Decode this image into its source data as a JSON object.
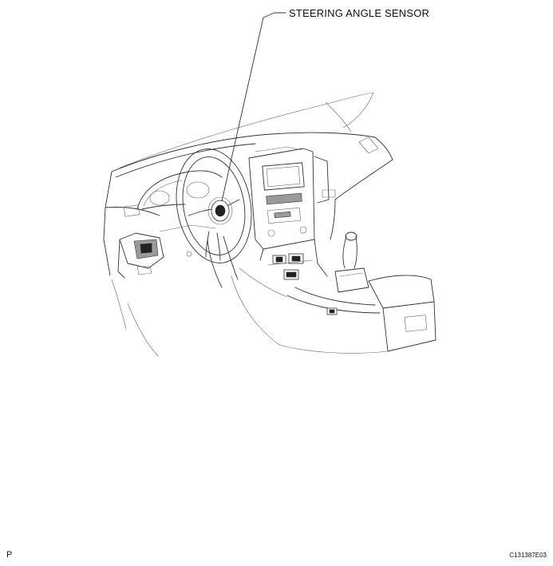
{
  "callout": {
    "label": "STEERING ANGLE SENSOR"
  },
  "footer": {
    "page_marker": "P",
    "figure_code": "C131387E03"
  },
  "colors": {
    "line": "#333333",
    "text": "#111111",
    "background": "#ffffff"
  }
}
